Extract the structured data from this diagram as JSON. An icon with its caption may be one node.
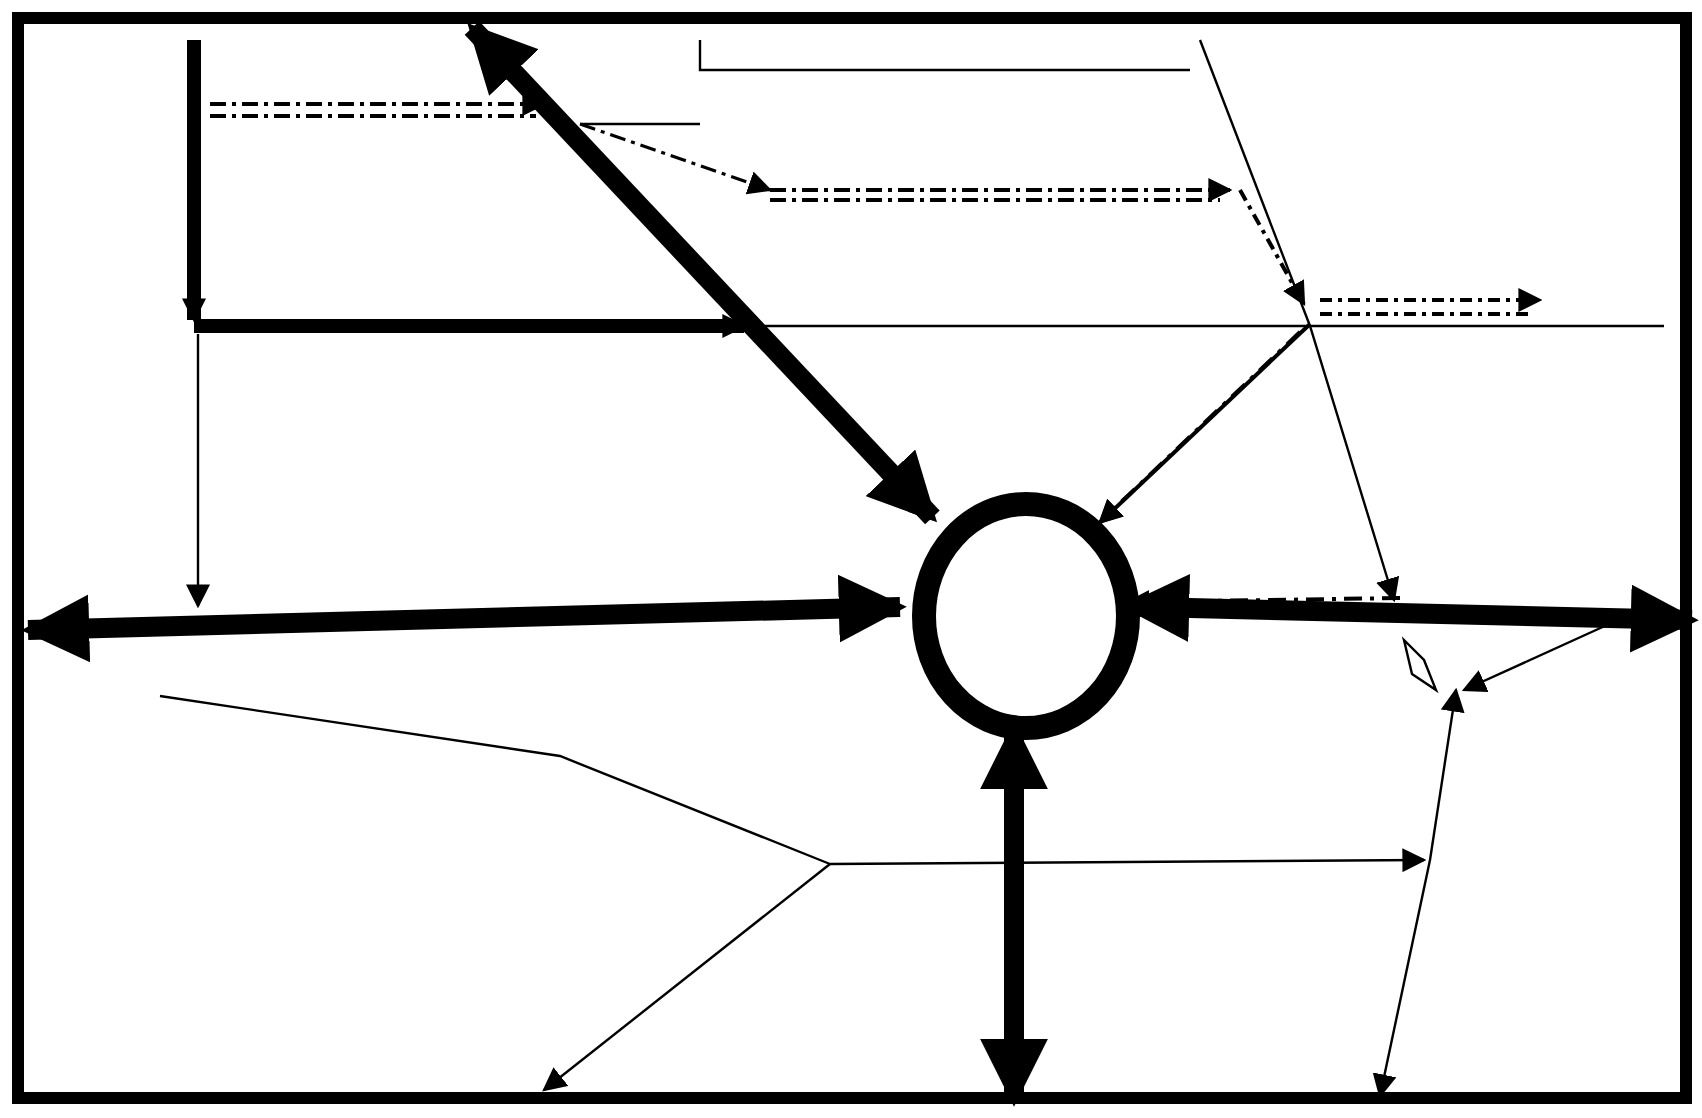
{
  "diagram": {
    "nodes": [
      {
        "text": [],
        "shape": "box"
      },
      {
        "text": [],
        "shape": "ellipse",
        "in": 0
      }
    ],
    "edges": [
      {
        "from": null,
        "to": 1,
        "arrow": "both",
        "style": "thick"
      },
      {
        "from": null,
        "to": 1,
        "arrow": "both",
        "style": "thick"
      },
      {
        "from": 1,
        "to": null,
        "arrow": "both",
        "style": "thick"
      },
      {
        "from": 1,
        "to": null,
        "arrow": "both",
        "style": "thick"
      },
      {
        "from": null,
        "to": 1,
        "arrow": "to",
        "style": "dashed"
      },
      {
        "from": null,
        "to": 1,
        "arrow": "to",
        "style": "dashed"
      },
      {
        "from": null,
        "to": 1,
        "arrow": "to"
      },
      {
        "from": null,
        "to": 1,
        "arrow": "to",
        "style": "dashed"
      }
    ]
  }
}
